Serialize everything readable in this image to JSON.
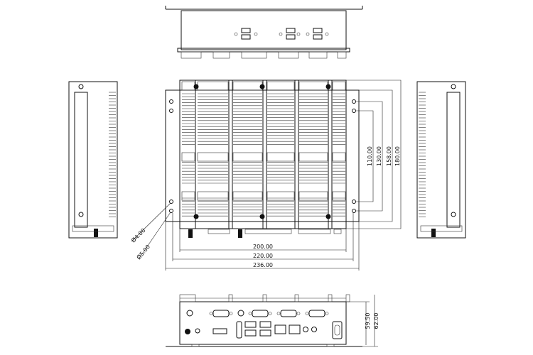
{
  "title": "Fanless embedded PC dimension drawing",
  "dimensions": {
    "width_200": "200.00",
    "width_220": "220.00",
    "width_236": "236.00",
    "height_110": "110.00",
    "height_130": "130.00",
    "height_158": "158.00",
    "height_180": "180.00",
    "depth_59_5": "59.50",
    "depth_62": "62.00",
    "hole_4": "Ø4.00",
    "hole_5": "Ø5.00"
  },
  "colors": {
    "line": "#111111",
    "background": "#ffffff"
  }
}
